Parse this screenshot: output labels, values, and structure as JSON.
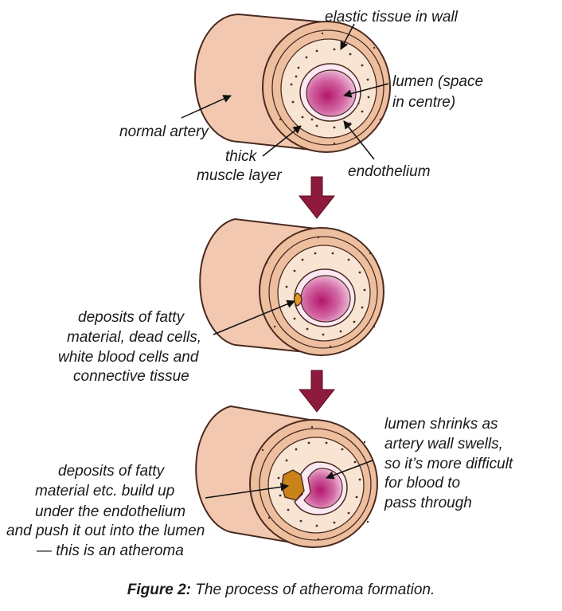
{
  "labels": {
    "elastic": "elastic tissue in wall",
    "lumen_1": "lumen (space",
    "lumen_2": "in centre)",
    "normal": "normal artery",
    "thick_1": "thick",
    "thick_2": "muscle layer",
    "endothelium": "endothelium",
    "dep1_1": "deposits of fatty",
    "dep1_2": "material, dead cells,",
    "dep1_3": "white blood cells and",
    "dep1_4": "connective tissue",
    "shrink_1": "lumen shrinks as",
    "shrink_2": "artery wall swells,",
    "shrink_3": "so it’s more difficult",
    "shrink_4": "for blood to",
    "shrink_5": "pass through",
    "dep2_1": "deposits of fatty",
    "dep2_2": "material etc. build up",
    "dep2_3": "under the endothelium",
    "dep2_4": "and push it out into the lumen",
    "dep2_5": "— this is an atheroma"
  },
  "caption": {
    "label": "Figure 2:",
    "text": "The process of atheroma formation."
  },
  "colors": {
    "artery": "#f2c9b0",
    "artery_edge": "#4a2a1f",
    "muscle": "#f7e4d3",
    "lumen_center": "#b3166b",
    "lumen_edge": "#f4d4e8",
    "arrow": "#8e1a3d",
    "deposit_small": "#e09a23",
    "deposit_large": "#c98318"
  }
}
